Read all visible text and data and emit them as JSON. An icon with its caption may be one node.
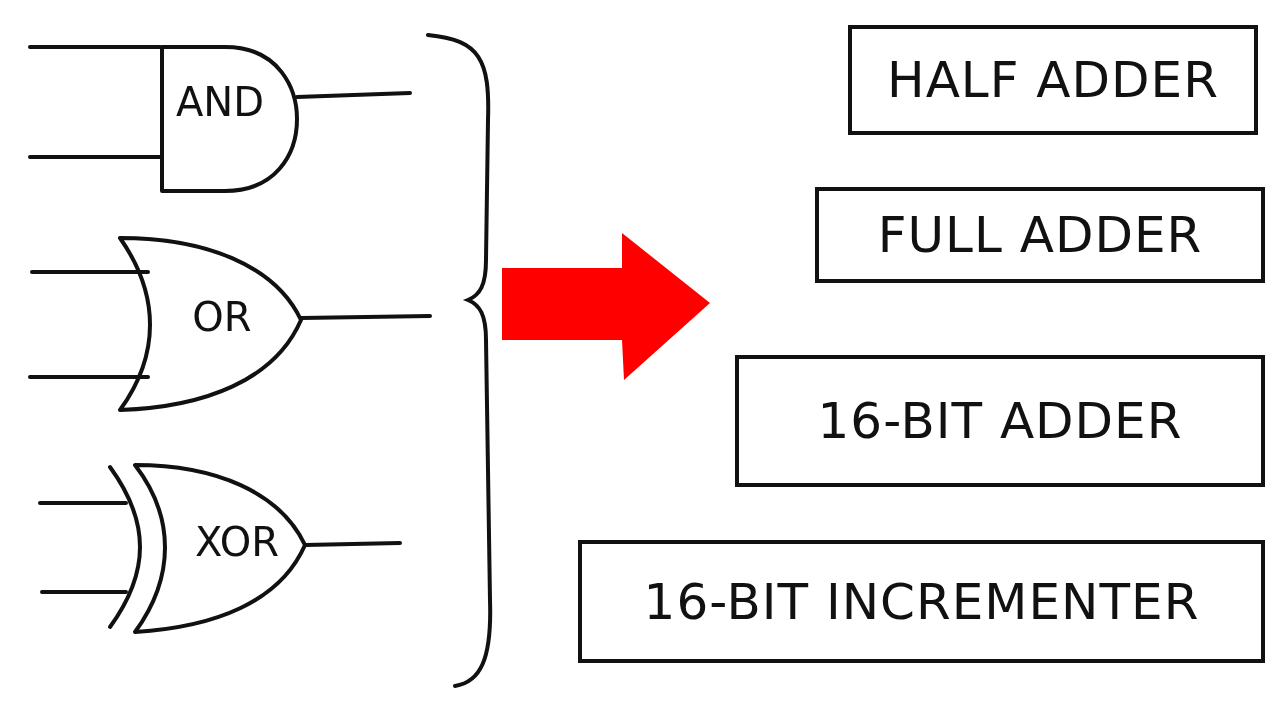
{
  "diagram": {
    "nodes": [
      {
        "text": [
          "AND"
        ]
      },
      {
        "text": [
          "OR"
        ]
      },
      {
        "text": [
          "XOR"
        ]
      },
      {
        "text": [
          "HALF ADDER"
        ]
      },
      {
        "text": [
          "FULL ADDER"
        ]
      },
      {
        "text": [
          "16-BIT ADDER"
        ]
      },
      {
        "text": [
          "16-BIT INCREMENTER"
        ]
      }
    ],
    "edges": [
      {
        "from": null,
        "to": 0,
        "arrow": "none"
      },
      {
        "from": null,
        "to": 0,
        "arrow": "none"
      },
      {
        "from": 0,
        "to": null,
        "arrow": "none"
      },
      {
        "from": null,
        "to": 1,
        "arrow": "none"
      },
      {
        "from": null,
        "to": 1,
        "arrow": "none"
      },
      {
        "from": 1,
        "to": null,
        "arrow": "none"
      },
      {
        "from": null,
        "to": 2,
        "arrow": "none"
      },
      {
        "from": null,
        "to": 2,
        "arrow": "none"
      },
      {
        "from": 2,
        "to": null,
        "arrow": "none"
      }
    ]
  }
}
